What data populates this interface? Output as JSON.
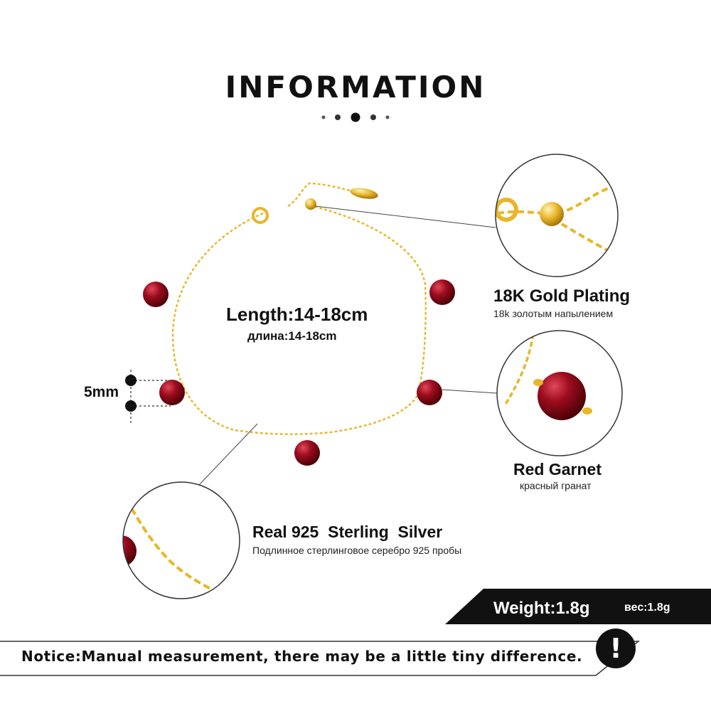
{
  "header": {
    "title": "INFORMATION",
    "dots_icon": "pager-dots-icon"
  },
  "bracelet": {
    "length_label": "Length:14-18cm",
    "length_sub": "длина:14-18cm",
    "bead_size_label": "5mm"
  },
  "features": {
    "gold": {
      "label": "18K Gold Plating",
      "sub": "18k золотым напылением"
    },
    "garnet": {
      "label": "Red Garnet",
      "sub": "красный гранат"
    },
    "silver": {
      "label": "Real 925  Sterling  Silver",
      "sub": "Подлинное стерлинговое серебро 925 пробы"
    }
  },
  "weight": {
    "label": "Weight:1.8g",
    "sub": "вес:1.8g"
  },
  "notice": {
    "text": "Notice:Manual measurement, there may be a little tiny difference.",
    "mark": "!"
  },
  "colors": {
    "gold": "#e8b62a",
    "garnet": "#8e0a18",
    "ink": "#111111",
    "banner": "#111111"
  }
}
